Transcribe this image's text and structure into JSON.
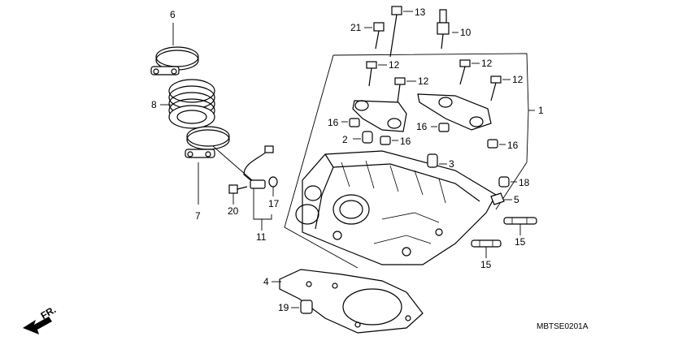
{
  "diagram_code": "MBTSE0201A",
  "direction_label": "FR.",
  "callouts": {
    "c1": "1",
    "c2": "2",
    "c3": "3",
    "c4": "4",
    "c5": "5",
    "c6": "6",
    "c7": "7",
    "c8": "8",
    "c10": "10",
    "c11": "11",
    "c12a": "12",
    "c12b": "12",
    "c12c": "12",
    "c12d": "12",
    "c13": "13",
    "c15a": "15",
    "c15b": "15",
    "c16a": "16",
    "c16b": "16",
    "c16c": "16",
    "c16d": "16",
    "c17": "17",
    "c18": "18",
    "c19": "19",
    "c20": "20",
    "c21": "21"
  }
}
